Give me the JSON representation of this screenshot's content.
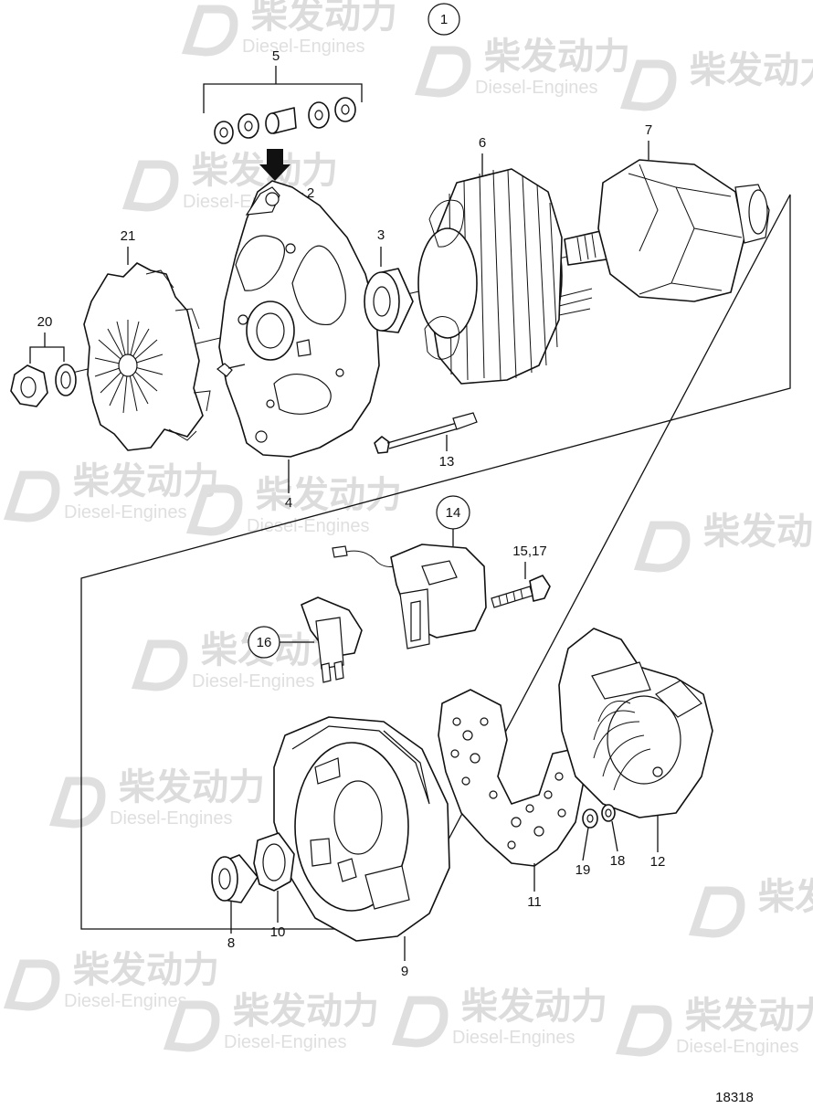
{
  "watermark": {
    "brand_cn": "柴发动力",
    "brand_en": "Diesel-Engines"
  },
  "figure_number": "18318",
  "callouts": {
    "c1": "1",
    "c2": "2",
    "c3": "3",
    "c4": "4",
    "c5": "5",
    "c6": "6",
    "c7": "7",
    "c8": "8",
    "c9": "9",
    "c10": "10",
    "c11": "11",
    "c12": "12",
    "c13": "13",
    "c14": "14",
    "c15_17": "15,17",
    "c16": "16",
    "c18": "18",
    "c19": "19",
    "c20": "20",
    "c21": "21"
  }
}
